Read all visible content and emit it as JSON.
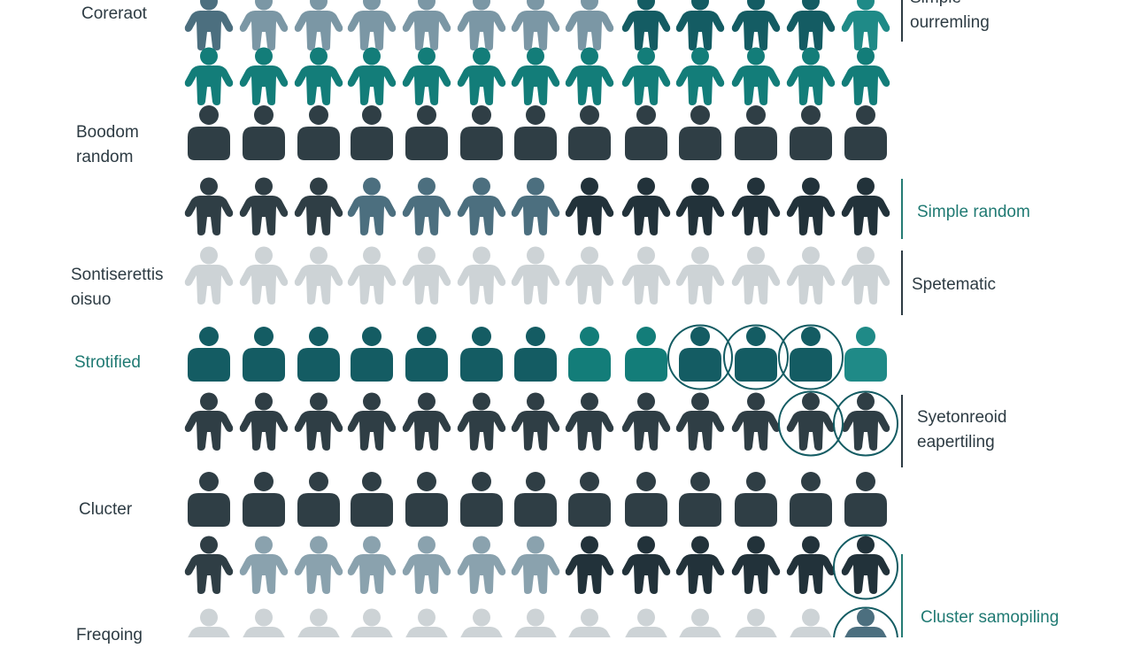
{
  "colors": {
    "teal": "#137d79",
    "teal_mid": "#1f8a87",
    "teal_dark": "#145c63",
    "slate": "#4c6f7f",
    "slate_light": "#7b97a5",
    "slate_lighter": "#8aa2ae",
    "charcoal": "#2f3e45",
    "charcoal_dark": "#22323a",
    "gray_light": "#cdd3d6",
    "text_dark": "#2d3b43",
    "text_teal": "#207a73"
  },
  "left_labels": [
    {
      "line1": "Coreraot",
      "line2": "",
      "color_key": "text_dark"
    },
    {
      "line1": "Boodom",
      "line2": "random",
      "color_key": "text_dark"
    },
    {
      "line1": "Sontiserettis",
      "line2": "oisuo",
      "color_key": "text_dark"
    },
    {
      "line1": "Strotified",
      "line2": "",
      "color_key": "text_teal"
    },
    {
      "line1": "Clucter",
      "line2": "",
      "color_key": "text_dark"
    },
    {
      "line1": "Freqoing",
      "line2": "",
      "color_key": "text_dark"
    }
  ],
  "right_labels": [
    {
      "line1": "Simple",
      "line2": "ourremling",
      "color_key": "text_dark"
    },
    {
      "line1": "Simple random",
      "line2": "",
      "color_key": "text_teal"
    },
    {
      "line1": "Spetematic",
      "line2": "",
      "color_key": "text_dark"
    },
    {
      "line1": "Syetonreoid",
      "line2": "eapertiling",
      "color_key": "text_dark"
    },
    {
      "line1": "Cluster samopiling",
      "line2": "",
      "color_key": "text_teal"
    }
  ],
  "rows": [
    {
      "shape": "figure",
      "colors": [
        "slate",
        "slate_light",
        "slate_light",
        "slate_light",
        "slate_light",
        "slate_light",
        "slate_light",
        "slate_light",
        "teal_dark",
        "teal_dark",
        "teal_dark",
        "teal_dark",
        "teal_mid"
      ]
    },
    {
      "shape": "figure",
      "colors": [
        "teal",
        "teal",
        "teal",
        "teal",
        "teal",
        "teal",
        "teal",
        "teal",
        "teal",
        "teal",
        "teal",
        "teal",
        "teal"
      ]
    },
    {
      "shape": "bust",
      "colors": [
        "charcoal",
        "charcoal",
        "charcoal",
        "charcoal",
        "charcoal",
        "charcoal",
        "charcoal",
        "charcoal",
        "charcoal",
        "charcoal",
        "charcoal",
        "charcoal",
        "charcoal"
      ]
    },
    {
      "shape": "figure",
      "colors": [
        "charcoal",
        "charcoal",
        "charcoal",
        "slate",
        "slate",
        "slate",
        "slate",
        "charcoal_dark",
        "charcoal_dark",
        "charcoal_dark",
        "charcoal_dark",
        "charcoal_dark",
        "charcoal_dark"
      ]
    },
    {
      "shape": "figure",
      "colors": [
        "gray_light",
        "gray_light",
        "gray_light",
        "gray_light",
        "gray_light",
        "gray_light",
        "gray_light",
        "gray_light",
        "gray_light",
        "gray_light",
        "gray_light",
        "gray_light",
        "gray_light"
      ]
    },
    {
      "shape": "bust",
      "colors": [
        "teal_dark",
        "teal_dark",
        "teal_dark",
        "teal_dark",
        "teal_dark",
        "teal_dark",
        "teal_dark",
        "teal",
        "teal",
        "teal_dark",
        "teal_dark",
        "teal_dark",
        "teal_mid"
      ]
    },
    {
      "shape": "figure",
      "colors": [
        "charcoal",
        "charcoal",
        "charcoal",
        "charcoal",
        "charcoal",
        "charcoal",
        "charcoal",
        "charcoal",
        "charcoal",
        "charcoal",
        "charcoal",
        "charcoal",
        "charcoal"
      ]
    },
    {
      "shape": "bust",
      "colors": [
        "charcoal",
        "charcoal",
        "charcoal",
        "charcoal",
        "charcoal",
        "charcoal",
        "charcoal",
        "charcoal",
        "charcoal",
        "charcoal",
        "charcoal",
        "charcoal",
        "charcoal"
      ]
    },
    {
      "shape": "figure",
      "colors": [
        "charcoal",
        "slate_lighter",
        "slate_lighter",
        "slate_lighter",
        "slate_lighter",
        "slate_lighter",
        "slate_lighter",
        "charcoal_dark",
        "charcoal_dark",
        "charcoal_dark",
        "charcoal_dark",
        "charcoal_dark",
        "charcoal_dark"
      ]
    },
    {
      "shape": "figure",
      "colors": [
        "gray_light",
        "gray_light",
        "gray_light",
        "gray_light",
        "gray_light",
        "gray_light",
        "gray_light",
        "gray_light",
        "gray_light",
        "gray_light",
        "gray_light",
        "gray_light",
        "slate"
      ]
    }
  ],
  "circled_people": [
    {
      "row": 5,
      "col": 9
    },
    {
      "row": 5,
      "col": 10
    },
    {
      "row": 5,
      "col": 11
    },
    {
      "row": 6,
      "col": 11
    },
    {
      "row": 6,
      "col": 12
    },
    {
      "row": 8,
      "col": 12
    },
    {
      "row": 9,
      "col": 12
    }
  ]
}
